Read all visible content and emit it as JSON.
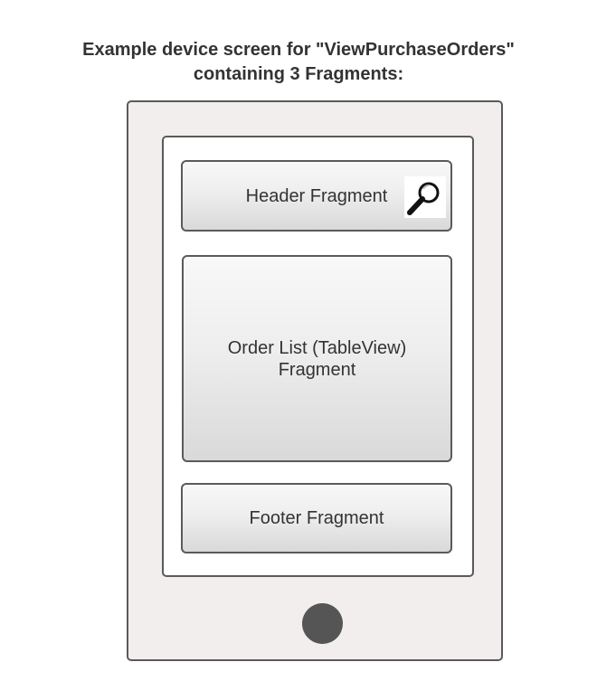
{
  "title": {
    "line1": "Example device screen for \"ViewPurchaseOrders\"",
    "line2": "containing 3 Fragments:"
  },
  "device": {
    "header_fragment_label": "Header Fragment",
    "order_list_fragment_label_line1": "Order List (TableView)",
    "order_list_fragment_label_line2": "Fragment",
    "footer_fragment_label": "Footer Fragment",
    "icons": {
      "search": "magnifying-glass-icon",
      "home": "home-button"
    },
    "colors": {
      "device_body": "#f2eeee",
      "outline": "#5a5a5a",
      "home_button": "#555555"
    }
  }
}
